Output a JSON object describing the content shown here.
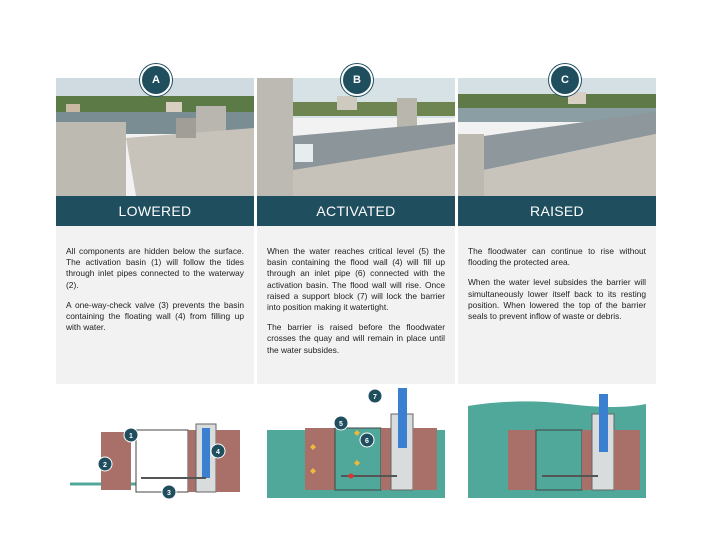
{
  "columns": [
    {
      "badge": "A",
      "header": "LOWERED",
      "paragraphs": [
        "All components are hidden below the surface. The activation basin (1) will follow the tides through inlet pipes connected to the waterway (2).",
        "A one-way-check valve (3) prevents the basin containing the floating wall (4) from filling up with water."
      ],
      "markers": [
        "1",
        "2",
        "3",
        "4"
      ]
    },
    {
      "badge": "B",
      "header": "ACTIVATED",
      "paragraphs": [
        "When the water reaches critical level (5) the basin containing the flood wall (4) will fill up through an inlet pipe (6) connected with the activation basin. The flood wall will rise. Once raised a support block (7) will lock the barrier into position making it watertight.",
        "The barrier is raised before the floodwater crosses the quay and will remain in place until the water subsides."
      ],
      "markers": [
        "5",
        "6",
        "7"
      ]
    },
    {
      "badge": "C",
      "header": "RAISED",
      "paragraphs": [
        "The floodwater can continue to rise without flooding the protected area.",
        "When the water level subsides the barrier will simultaneously lower itself back to its resting position. When lowered the top of the barrier seals to prevent inflow of waste or debris."
      ],
      "markers": []
    }
  ],
  "colors": {
    "header_bg": "#1f4e5f",
    "water": "#4fa89a",
    "wall_brick": "#a9706a",
    "barrier_blue": "#3a7fd0"
  }
}
